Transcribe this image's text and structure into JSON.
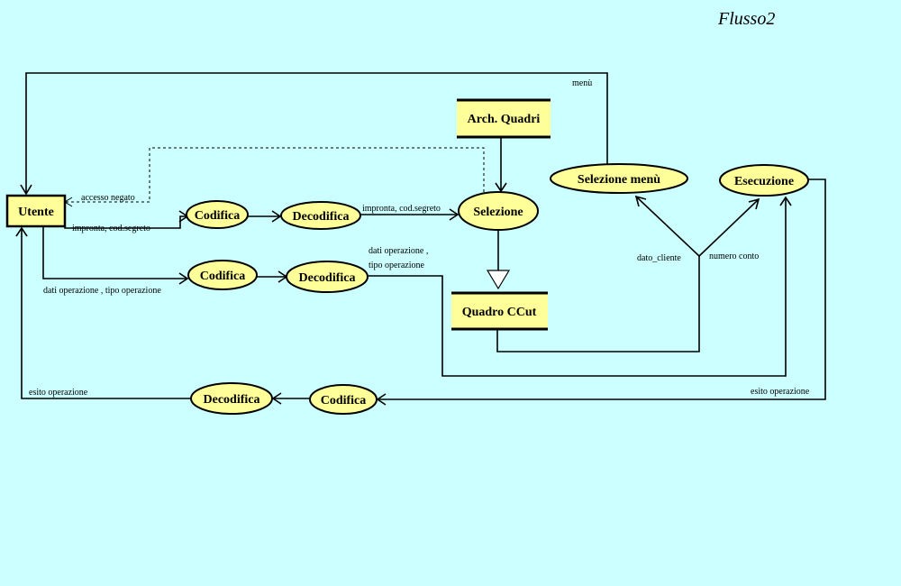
{
  "title": "Flusso2",
  "colors": {
    "background": "#ccffff",
    "node_fill": "#ffff99",
    "stroke": "#000000"
  },
  "nodes": {
    "utente": "Utente",
    "codifica_1": "Codifica",
    "decodifica_1": "Decodifica",
    "selezione": "Selezione",
    "arch_quadri": "Arch. Quadri",
    "selezione_menu": "Selezione menù",
    "esecuzione": "Esecuzione",
    "codifica_2": "Codifica",
    "decodifica_2": "Decodifica",
    "quadro_ccut": "Quadro CCut",
    "codifica_3": "Codifica",
    "decodifica_3": "Decodifica"
  },
  "edges": {
    "menu": "menù",
    "accesso_negato": "accesso negato",
    "impronta_1": "impronta, cod.segreto",
    "impronta_2": "impronta, cod.segreto",
    "dati_operazione_1": "dati operazione , tipo operazione",
    "dati_operazione_2_line1": "dati operazione ,",
    "dati_operazione_2_line2": "tipo operazione",
    "dato_cliente": "dato_cliente",
    "numero_conto": "numero conto",
    "esito_right": "esito operazione",
    "esito_left": "esito operazione"
  }
}
